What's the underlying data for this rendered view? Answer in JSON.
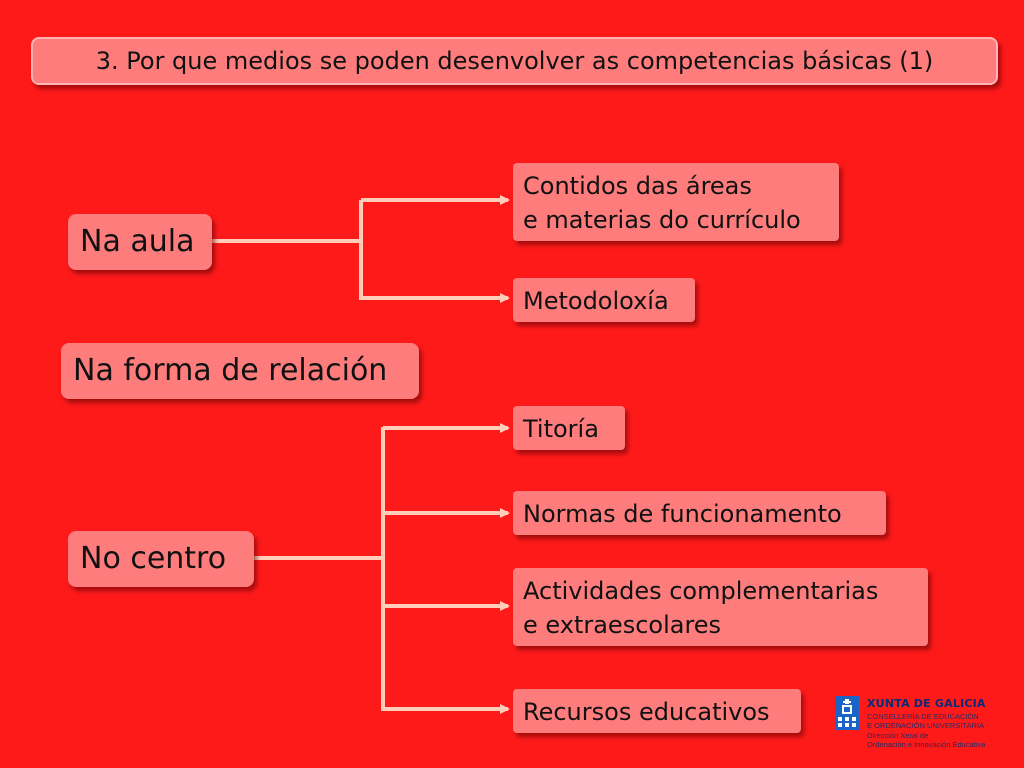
{
  "slide": {
    "title": "3. Por que medios se poden desenvolver as competencias básicas (1)"
  },
  "groups": {
    "na_aula": {
      "label": "Na aula",
      "items": [
        {
          "lines": [
            "Contidos das áreas",
            "e materias do currículo"
          ]
        },
        {
          "lines": [
            "Metodoloxía"
          ]
        }
      ]
    },
    "na_forma": {
      "label": "Na forma de relación"
    },
    "no_centro": {
      "label": "No centro",
      "items": [
        {
          "lines": [
            "Titoría"
          ]
        },
        {
          "lines": [
            "Normas de funcionamento"
          ]
        },
        {
          "lines": [
            "Actividades complementarias",
            "e extraescolares"
          ]
        },
        {
          "lines": [
            "Recursos educativos"
          ]
        }
      ]
    }
  },
  "logo": {
    "name": "XUNTA DE GALICIA",
    "line1": "CONSELLERÍA DE EDUCACIÓN",
    "line2": "E ORDENACIÓN UNIVERSITARIA",
    "line3": "Dirección Xeral de",
    "line4": "Ordenación e Innovación Educativa"
  },
  "colors": {
    "background": "#ff1a1a",
    "box": "#fe7c7c",
    "connector": "#ffcdb8",
    "logo_blue": "#1a64c8"
  }
}
